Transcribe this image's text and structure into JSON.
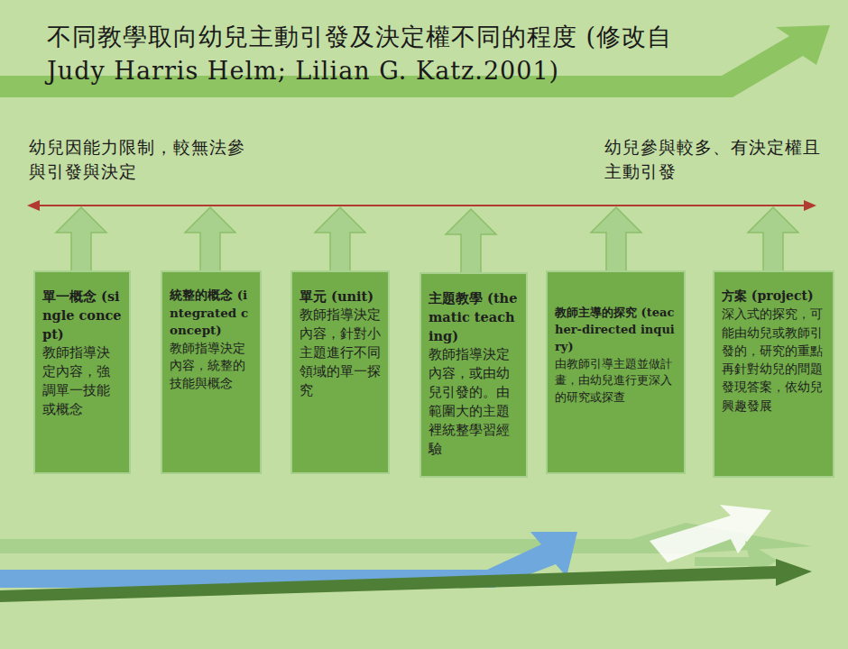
{
  "diagram": {
    "title": "不同教學取向幼兒主動引發及決定權不同的程度 (修改自 Judy Harris Helm; Lilian G. Katz.2001)",
    "nodes": [
      {
        "text": [
          "單一概念 (single concept)",
          "教師指導決定內容，強調單一技能或概念"
        ]
      },
      {
        "text": [
          "統整的概念 (integrated concept)",
          "教師指導決定內容，統整的技能與概念"
        ]
      },
      {
        "text": [
          "單元 (unit)",
          "教師指導決定內容，針對小主題進行不同領域的單一探究"
        ]
      },
      {
        "text": [
          "主題教學 (thematic teaching)",
          "教師指導決定內容，或由幼兒引發的。由範圍大的主題裡統整學習經驗"
        ]
      },
      {
        "text": [
          "教師主導的探究 (teacher-directed inquiry)",
          "由教師引導主題並做計畫，由幼兒進行更深入的研究或探查"
        ]
      },
      {
        "text": [
          "方案 (project)",
          "深入式的探究，可能由幼兒或教師引發的，研究的重點再針對幼兒的問題發現答案，依幼兒興趣發展"
        ]
      }
    ],
    "labels": [
      "幼兒因能力限制，較無法參與引發與決定",
      "幼兒參與較多、有決定權且主動引發"
    ]
  }
}
